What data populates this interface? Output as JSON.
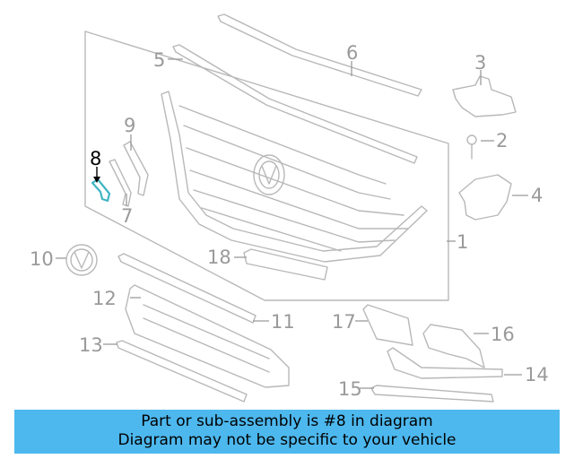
{
  "diagram": {
    "callouts": [
      {
        "id": "1",
        "label": "1"
      },
      {
        "id": "2",
        "label": "2"
      },
      {
        "id": "3",
        "label": "3"
      },
      {
        "id": "4",
        "label": "4"
      },
      {
        "id": "5",
        "label": "5"
      },
      {
        "id": "6",
        "label": "6"
      },
      {
        "id": "7",
        "label": "7"
      },
      {
        "id": "8",
        "label": "8",
        "highlighted": true
      },
      {
        "id": "9",
        "label": "9"
      },
      {
        "id": "10",
        "label": "10"
      },
      {
        "id": "11",
        "label": "11"
      },
      {
        "id": "12",
        "label": "12"
      },
      {
        "id": "13",
        "label": "13"
      },
      {
        "id": "14",
        "label": "14"
      },
      {
        "id": "15",
        "label": "15"
      },
      {
        "id": "16",
        "label": "16"
      },
      {
        "id": "17",
        "label": "17"
      },
      {
        "id": "18",
        "label": "18"
      }
    ],
    "highlight_color": "#3fb4c4",
    "part_color": "#b8b8b8"
  },
  "banner": {
    "line1": "Part or sub-assembly is #8 in diagram",
    "line2": "Diagram may not be specific to your vehicle",
    "background": "#4db8ee"
  }
}
